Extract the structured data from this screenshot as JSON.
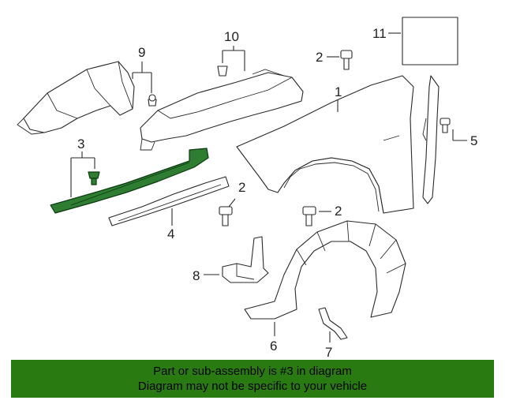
{
  "callouts": {
    "c1": "1",
    "c2a": "2",
    "c2b": "2",
    "c2c": "2",
    "c3": "3",
    "c4": "4",
    "c5": "5",
    "c6": "6",
    "c7": "7",
    "c8": "8",
    "c9": "9",
    "c10": "10",
    "c11": "11"
  },
  "highlight_part": "3",
  "colors": {
    "highlight": "#2e7d32",
    "banner": "#2a7a12"
  },
  "banner": {
    "line1": "Part or sub-assembly is #3 in diagram",
    "line2": "Diagram may not be specific to your vehicle"
  }
}
